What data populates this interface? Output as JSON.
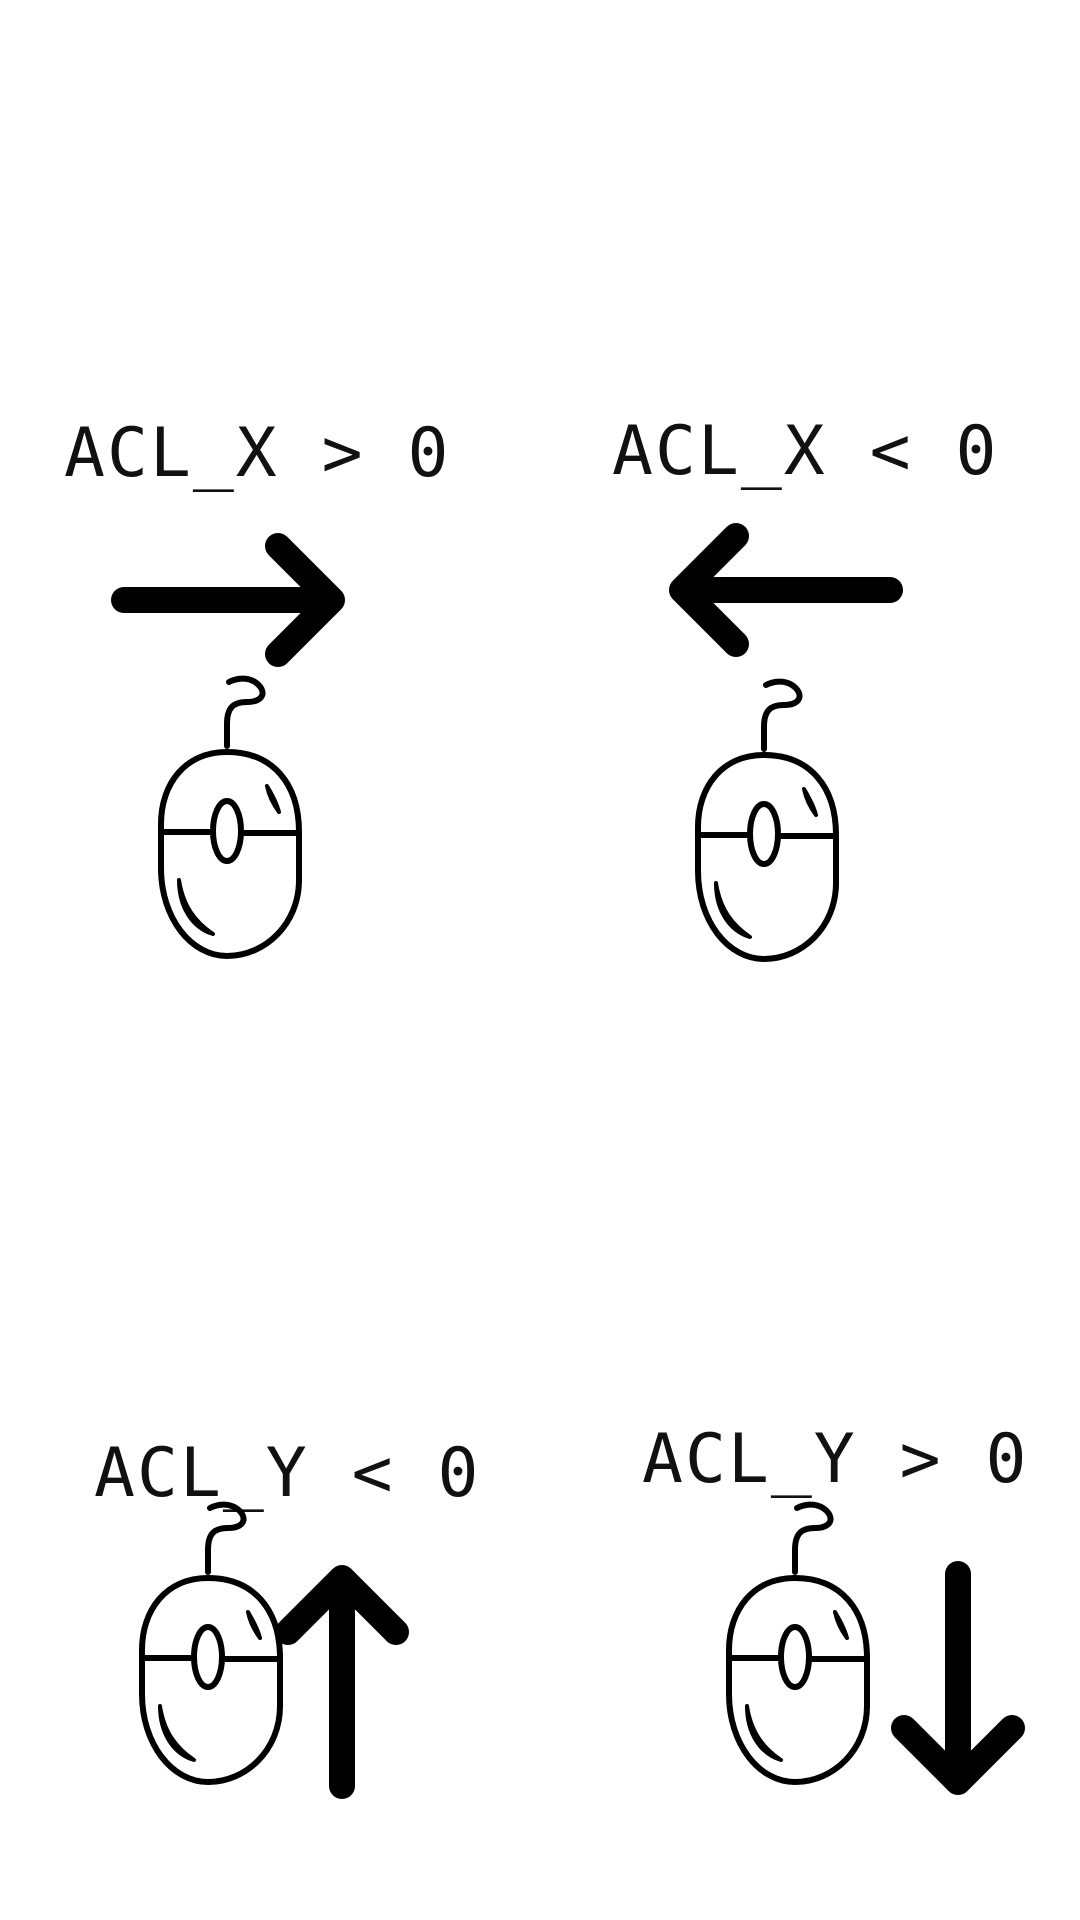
{
  "quadrants": [
    {
      "label": "ACL_X > 0",
      "arrow_icon": "arrow-right-icon",
      "mouse_icon": "mouse-icon"
    },
    {
      "label": "ACL_X < 0",
      "arrow_icon": "arrow-left-icon",
      "mouse_icon": "mouse-icon"
    },
    {
      "label": "ACL_Y < 0",
      "arrow_icon": "arrow-up-icon",
      "mouse_icon": "mouse-icon"
    },
    {
      "label": "ACL_Y > 0",
      "arrow_icon": "arrow-down-icon",
      "mouse_icon": "mouse-icon"
    }
  ],
  "colors": {
    "ink": "#000000",
    "text": "#111111",
    "background": "#ffffff"
  }
}
